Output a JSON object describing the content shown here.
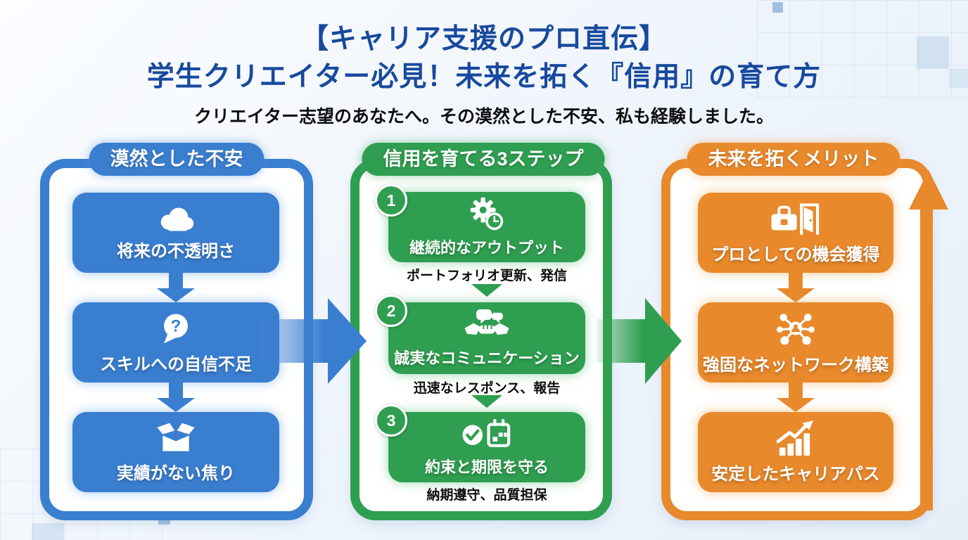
{
  "title": {
    "line1": "【キャリア支援のプロ直伝】",
    "line2": "学生クリエイター必見！未来を拓く『信用』の育て方"
  },
  "subtitle": "クリエイター志望のあなたへ。その漠然とした不安、私も経験しました。",
  "colors": {
    "title_blue": "#17499e",
    "blue": "#3a7ed0",
    "green": "#2f9e50",
    "orange": "#e8892b",
    "background": "#eef4fb"
  },
  "columns": {
    "anxiety": {
      "header": "漠然とした不安",
      "items": [
        {
          "icon": "cloud-icon",
          "label": "将来の不透明さ"
        },
        {
          "icon": "question-bubble-icon",
          "label": "スキルへの自信不足"
        },
        {
          "icon": "open-box-icon",
          "label": "実績がない焦り"
        }
      ]
    },
    "steps": {
      "header": "信用を育てる3ステップ",
      "items": [
        {
          "number": "1",
          "icon": "gear-clock-icon",
          "label": "継続的なアウトプット",
          "caption": "ポートフォリオ更新、発信"
        },
        {
          "number": "2",
          "icon": "handshake-icon",
          "label": "誠実なコミュニケーション",
          "caption": "迅速なレスポンス、報告"
        },
        {
          "number": "3",
          "icon": "check-calendar-icon",
          "label": "約束と期限を守る",
          "caption": "納期遵守、品質担保"
        }
      ]
    },
    "merits": {
      "header": "未来を拓くメリット",
      "items": [
        {
          "icon": "briefcase-door-icon",
          "label": "プロとしての機会獲得"
        },
        {
          "icon": "network-icon",
          "label": "強固なネットワーク構築"
        },
        {
          "icon": "growth-chart-icon",
          "label": "安定したキャリアパス"
        }
      ]
    }
  }
}
